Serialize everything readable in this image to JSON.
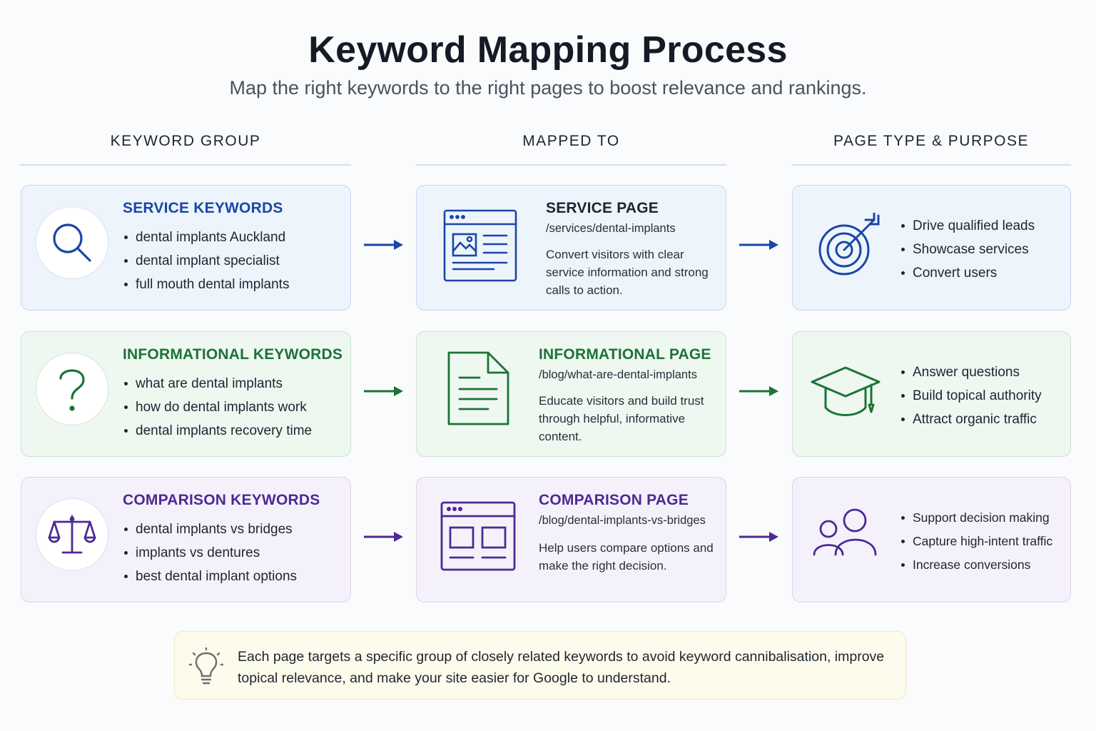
{
  "title": "Keyword Mapping Process",
  "subtitle": "Map the right keywords to the right pages to boost relevance and rankings.",
  "columns": [
    "KEYWORD GROUP",
    "MAPPED TO",
    "PAGE TYPE & PURPOSE"
  ],
  "rows": [
    {
      "color": "#1a47a6",
      "group": {
        "icon": "search-icon",
        "title": "SERVICE KEYWORDS",
        "keywords": [
          "dental implants Auckland",
          "dental implant specialist",
          "full mouth dental implants"
        ]
      },
      "page": {
        "icon": "webpage-icon",
        "title": "SERVICE PAGE",
        "path": "/services/dental-implants",
        "description": "Convert visitors with clear service information and strong calls to action."
      },
      "purpose": {
        "icon": "target-icon",
        "items": [
          "Drive qualified leads",
          "Showcase services",
          "Convert users"
        ]
      }
    },
    {
      "color": "#1b7336",
      "group": {
        "icon": "question-mark-icon",
        "title": "INFORMATIONAL KEYWORDS",
        "keywords": [
          "what are dental implants",
          "how do dental implants work",
          "dental implants recovery time"
        ]
      },
      "page": {
        "icon": "document-icon",
        "title": "INFORMATIONAL PAGE",
        "path": "/blog/what-are-dental-implants",
        "description": "Educate visitors and build trust through helpful, informative content."
      },
      "purpose": {
        "icon": "graduation-cap-icon",
        "items": [
          "Answer questions",
          "Build topical authority",
          "Attract organic traffic"
        ]
      }
    },
    {
      "color": "#4d2a93",
      "group": {
        "icon": "scales-icon",
        "title": "COMPARISON KEYWORDS",
        "keywords": [
          "dental implants vs bridges",
          "implants vs dentures",
          "best dental implant options"
        ]
      },
      "page": {
        "icon": "comparison-window-icon",
        "title": "COMPARISON PAGE",
        "path": "/blog/dental-implants-vs-bridges",
        "description": "Help users compare options and make the right decision."
      },
      "purpose": {
        "icon": "users-icon",
        "items": [
          "Support decision making",
          "Capture high-intent traffic",
          "Increase conversions"
        ]
      }
    }
  ],
  "tip": {
    "icon": "lightbulb-icon",
    "text": "Each page targets a specific group of closely related keywords to avoid keyword cannibalisation, improve topical relevance, and make your site easier for Google to understand."
  }
}
